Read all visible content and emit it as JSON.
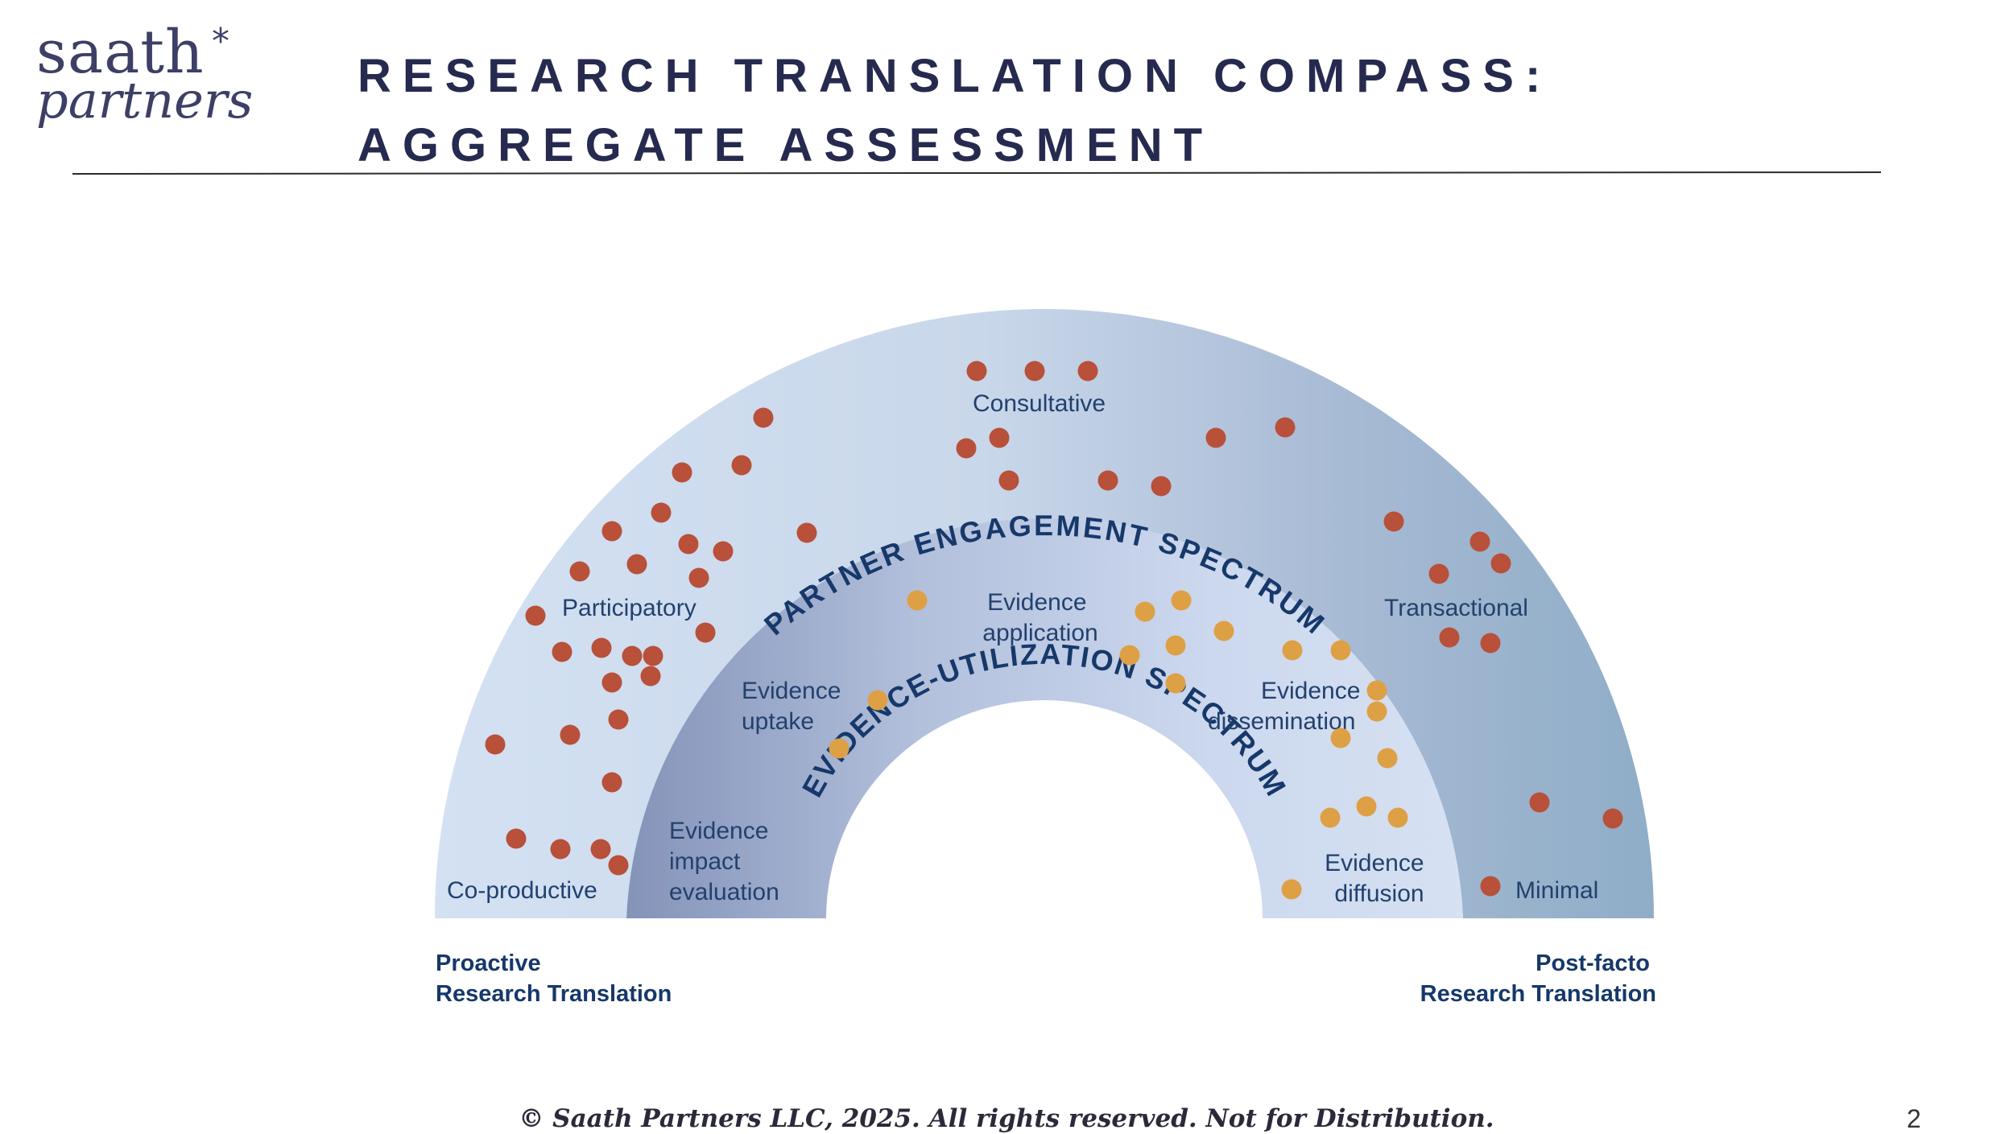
{
  "logo": {
    "top": "saath",
    "bottom": "partners",
    "mark": "⁎"
  },
  "title": {
    "line1": "RESEARCH TRANSLATION COMPASS:",
    "line2": "AGGREGATE ASSESSMENT"
  },
  "colors": {
    "title": "#262a4f",
    "outer_dot": "#b8503a",
    "inner_dot": "#dea044",
    "label": "#22416e",
    "arc_title": "#16386a"
  },
  "outer_arc_title": "PARTNER ENGAGEMENT SPECTRUM",
  "inner_arc_title": "EVIDENCE-UTILIZATION SPECTRUM",
  "outer_labels": {
    "coproductive": "Co-productive",
    "participatory": "Participatory",
    "consultative": "Consultative",
    "transactional": "Transactional",
    "minimal": "Minimal"
  },
  "inner_labels": {
    "impact": [
      "Evidence",
      "impact",
      "evaluation"
    ],
    "uptake": [
      "Evidence",
      "uptake"
    ],
    "application": [
      "Evidence",
      "application"
    ],
    "dissemination": [
      "Evidence",
      "dissemination"
    ],
    "diffusion": [
      "Evidence",
      "diffusion"
    ]
  },
  "axis": {
    "left": [
      "Proactive",
      "Research Translation"
    ],
    "right": [
      "Post-facto",
      "Research Translation"
    ]
  },
  "footer": {
    "copyright": "© Saath Partners LLC, 2025. All rights reserved. Not for Distribution.",
    "page": "2"
  }
}
